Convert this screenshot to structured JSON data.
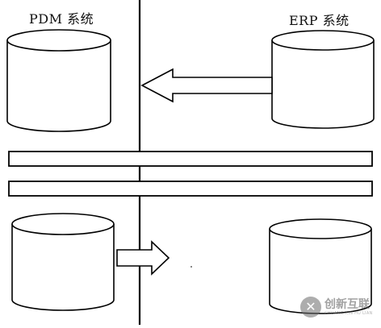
{
  "labels": {
    "left_system": "PDM 系统",
    "right_system": "ERP 系统"
  },
  "watermark": {
    "logo_icon": "x-logo-icon",
    "text_cn": "创新互联",
    "text_en": "CHUANG XIN HU LIAN"
  },
  "colors": {
    "stroke": "#000000",
    "fill": "#ffffff"
  }
}
